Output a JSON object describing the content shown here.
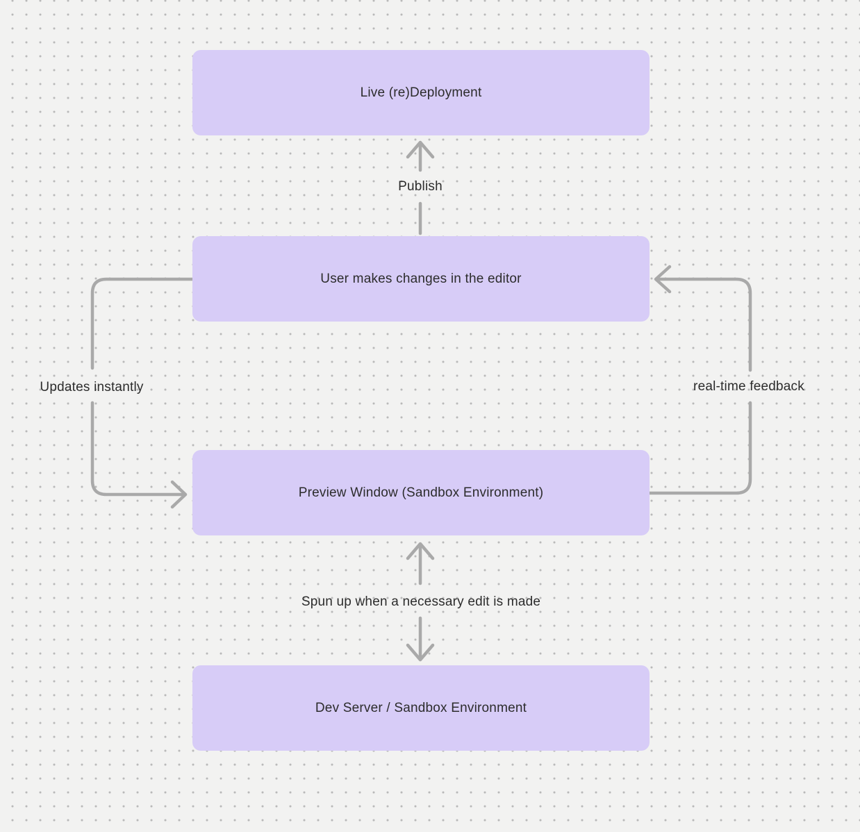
{
  "canvas": {
    "background_color": "#f2f2f1",
    "dot_color": "#b9b9b9",
    "node_fill_color": "#d7ccf7",
    "arrow_color": "#a9a9a9",
    "text_color": "#2c2c2c"
  },
  "diagram": {
    "nodes": [
      {
        "id": "live-redeployment",
        "label": "Live (re)Deployment"
      },
      {
        "id": "user-editor",
        "label": "User makes changes in the editor"
      },
      {
        "id": "preview-window",
        "label": "Preview Window (Sandbox Environment)"
      },
      {
        "id": "dev-server",
        "label": "Dev Server / Sandbox Environment"
      }
    ],
    "edges": [
      {
        "id": "publish",
        "label": "Publish",
        "from": "user-editor",
        "to": "live-redeployment",
        "direction": "up"
      },
      {
        "id": "updates-instantly",
        "label": "Updates instantly",
        "from": "user-editor",
        "to": "preview-window",
        "direction": "left-side-curve"
      },
      {
        "id": "real-time-feedback",
        "label": "real-time feedback",
        "from": "preview-window",
        "to": "user-editor",
        "direction": "right-side-curve"
      },
      {
        "id": "spun-up",
        "label": "Spun up when a necessary edit is made",
        "from": "preview-window",
        "to": "dev-server",
        "direction": "both"
      }
    ]
  }
}
